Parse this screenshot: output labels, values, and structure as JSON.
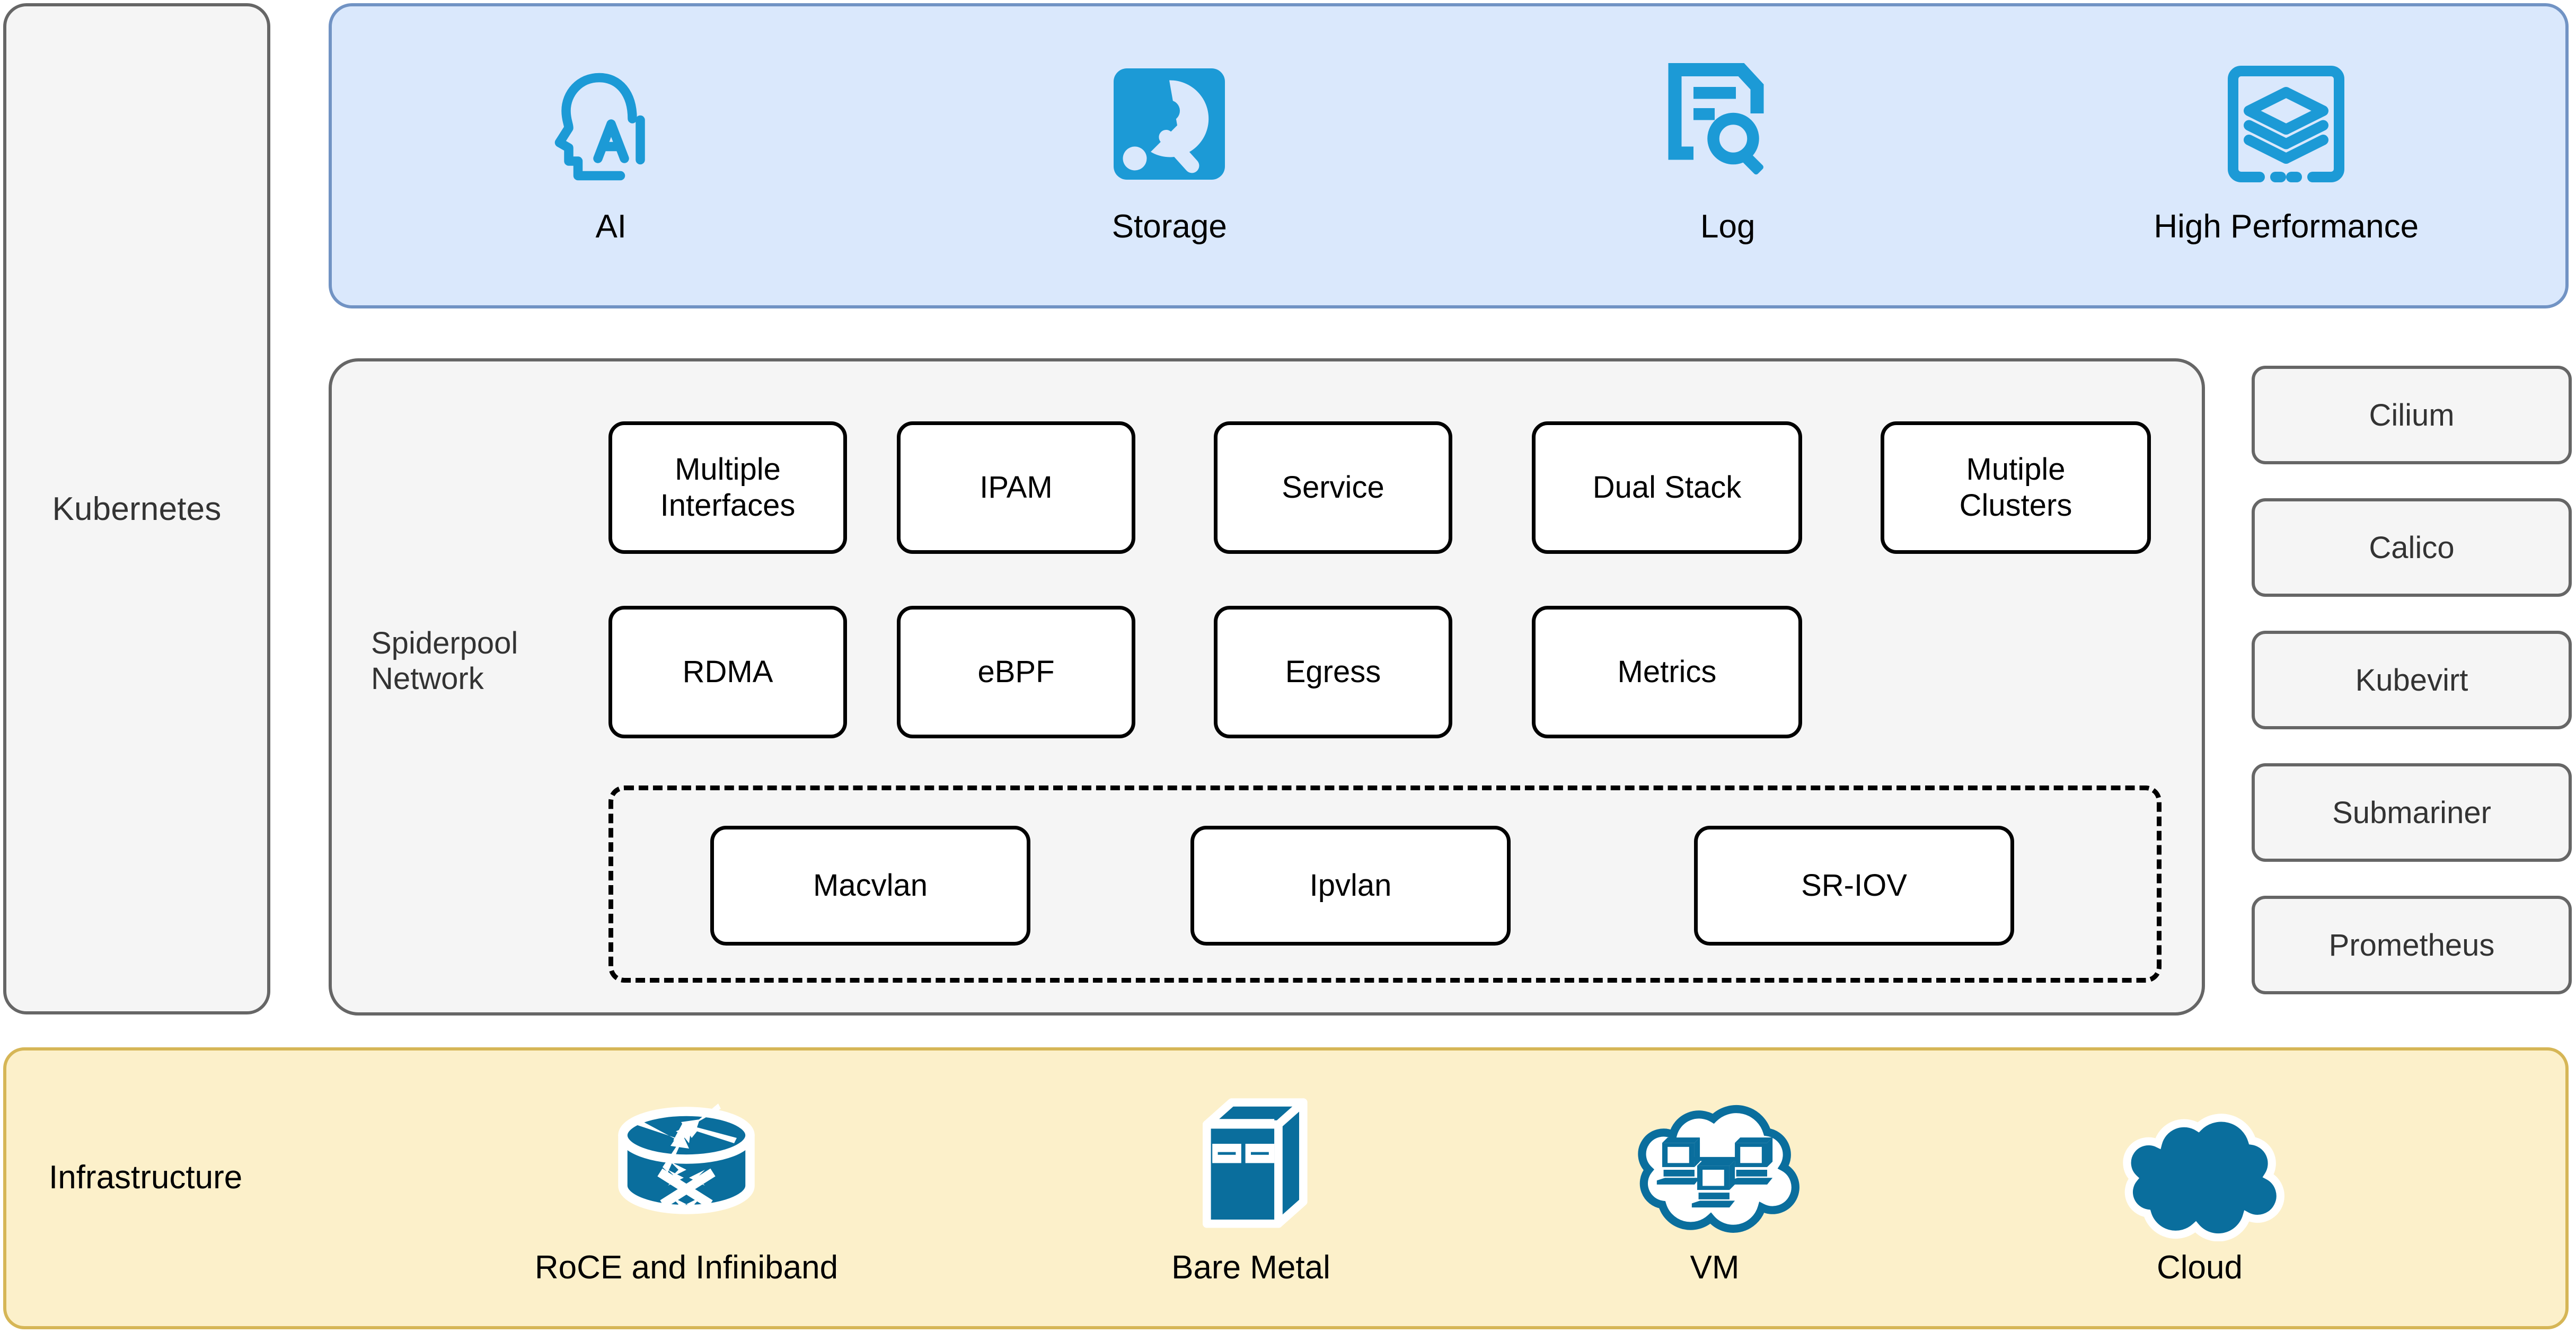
{
  "platform": {
    "left_panel_label": "Kubernetes",
    "network_layer_label": "Spiderpool\nNetwork",
    "network_layer_line1": "Spiderpool",
    "network_layer_line2": "Network",
    "infrastructure_label": "Infrastructure"
  },
  "colors": {
    "capability_band_fill": "#DAE8FC",
    "capability_band_border": "#7193C4",
    "capability_icon_blue": "#1C9AD6",
    "panel_fill": "#F5F5F5",
    "panel_border": "#666666",
    "infrastructure_fill": "#FCF0CA",
    "infrastructure_border": "#D6B656",
    "infrastructure_icon_blue": "#0A6E9D",
    "feature_box_fill": "#FFFFFF",
    "feature_box_border": "#000000"
  },
  "capabilities": [
    {
      "label": "AI",
      "icon": "ai-head-icon"
    },
    {
      "label": "Storage",
      "icon": "hard-disk-icon"
    },
    {
      "label": "Log",
      "icon": "document-search-icon"
    },
    {
      "label": "High Performance",
      "icon": "layers-icon"
    }
  ],
  "features_row1": [
    {
      "label": "Multiple Interfaces",
      "line1": "Multiple",
      "line2": "Interfaces"
    },
    {
      "label": "IPAM",
      "line1": "IPAM",
      "line2": ""
    },
    {
      "label": "Service",
      "line1": "Service",
      "line2": ""
    },
    {
      "label": "Dual Stack",
      "line1": "Dual Stack",
      "line2": ""
    },
    {
      "label": "Mutiple Clusters",
      "line1": "Mutiple",
      "line2": "Clusters"
    }
  ],
  "features_row2": [
    {
      "label": "RDMA"
    },
    {
      "label": "eBPF"
    },
    {
      "label": "Egress"
    },
    {
      "label": "Metrics"
    }
  ],
  "datapaths": [
    {
      "label": "Macvlan"
    },
    {
      "label": "Ipvlan"
    },
    {
      "label": "SR-IOV"
    }
  ],
  "integrations": [
    {
      "label": "Cilium"
    },
    {
      "label": "Calico"
    },
    {
      "label": "Kubevirt"
    },
    {
      "label": "Submariner"
    },
    {
      "label": "Prometheus"
    }
  ],
  "infrastructure": [
    {
      "label": "RoCE and Infiniband",
      "icon": "router-icon"
    },
    {
      "label": "Bare Metal",
      "icon": "server-box-icon"
    },
    {
      "label": "VM",
      "icon": "cloud-workstations-icon"
    },
    {
      "label": "Cloud",
      "icon": "cloud-icon"
    }
  ]
}
